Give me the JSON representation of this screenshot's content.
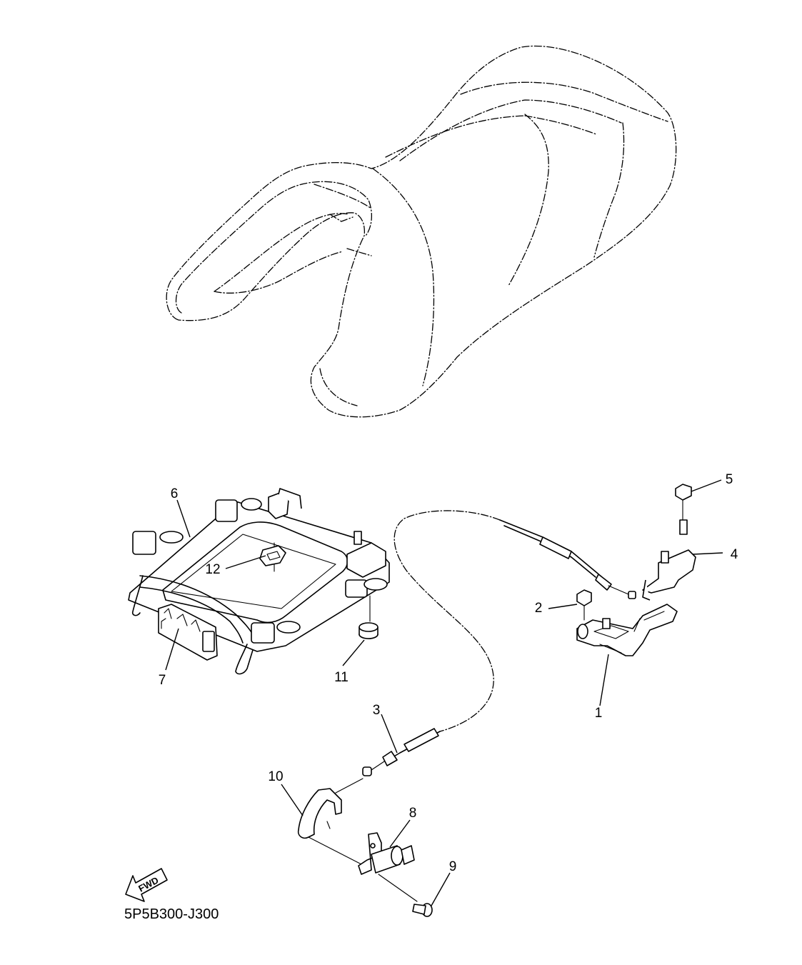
{
  "diagram": {
    "drawing_code": "5P5B300-J300",
    "direction_label": "FWD",
    "callouts": [
      {
        "id": "c1",
        "label": "1"
      },
      {
        "id": "c2",
        "label": "2"
      },
      {
        "id": "c3",
        "label": "3"
      },
      {
        "id": "c4",
        "label": "4"
      },
      {
        "id": "c5",
        "label": "5"
      },
      {
        "id": "c6",
        "label": "6"
      },
      {
        "id": "c7",
        "label": "7"
      },
      {
        "id": "c8",
        "label": "8"
      },
      {
        "id": "c9",
        "label": "9"
      },
      {
        "id": "c10",
        "label": "10"
      },
      {
        "id": "c11",
        "label": "11"
      },
      {
        "id": "c12",
        "label": "12"
      }
    ]
  }
}
